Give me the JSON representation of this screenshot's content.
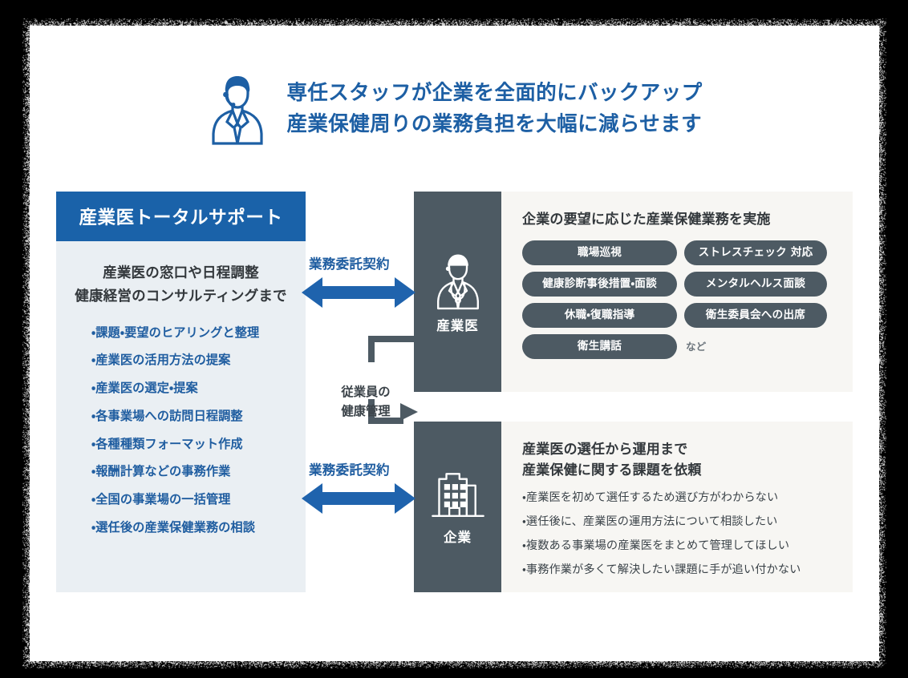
{
  "header": {
    "icon": "staff-person-icon",
    "lines": [
      "専任スタッフが企業を全面的にバックアップ",
      "産業保健周りの業務負担を大幅に減らせます"
    ]
  },
  "left_panel": {
    "title": "産業医トータルサポート",
    "lead": [
      "産業医の窓口や日程調整",
      "健康経営のコンサルティングまで"
    ],
    "bullets": [
      "・課題・要望のヒアリングと整理",
      "・産業医の活用方法の提案",
      "・産業医の選定・提案",
      "・各事業場への訪問日程調整",
      "・各種種類フォーマット作成",
      "・報酬計算などの事務作業",
      "・全国の事業場の一括管理",
      "・選任後の産業保健業務の相談"
    ]
  },
  "doctor_panel": {
    "actor_icon": "doctor-icon",
    "actor_label": "産業医",
    "heading": "企業の要望に応じた産業保健業務を実施",
    "pills": [
      "職場巡視",
      "ストレスチェック 対応",
      "健康診断事後措置・面談",
      "メンタルヘルス面談",
      "休職・復職指導",
      "衛生委員会への出席",
      "衛生講話"
    ],
    "etc_label": "など"
  },
  "company_panel": {
    "actor_icon": "building-icon",
    "actor_label": "企業",
    "heading_lines": [
      "産業医の選任から運用まで",
      "産業保健に関する課題を依頼"
    ],
    "bullets": [
      "・産業医を初めて選任するため選び方がわからない",
      "・選任後に、産業医の運用方法について相談したい",
      "・複数ある事業場の産業医をまとめて管理してほしい",
      "・事務作業が多くて解決したい課題に手が追い付かない"
    ]
  },
  "connectors": {
    "contract_top": "業務委託契約",
    "contract_bottom": "業務委託契約",
    "health_mgmt_lines": [
      "従業員の",
      "健康管理"
    ]
  },
  "colors": {
    "brand_blue": "#1a62a9",
    "arrow_blue": "#1f63ad",
    "dark_slate": "#4d5a63",
    "panel_cream": "#f7f6f3",
    "panel_light_blue": "#eaeff3",
    "text_dark": "#33383c"
  }
}
